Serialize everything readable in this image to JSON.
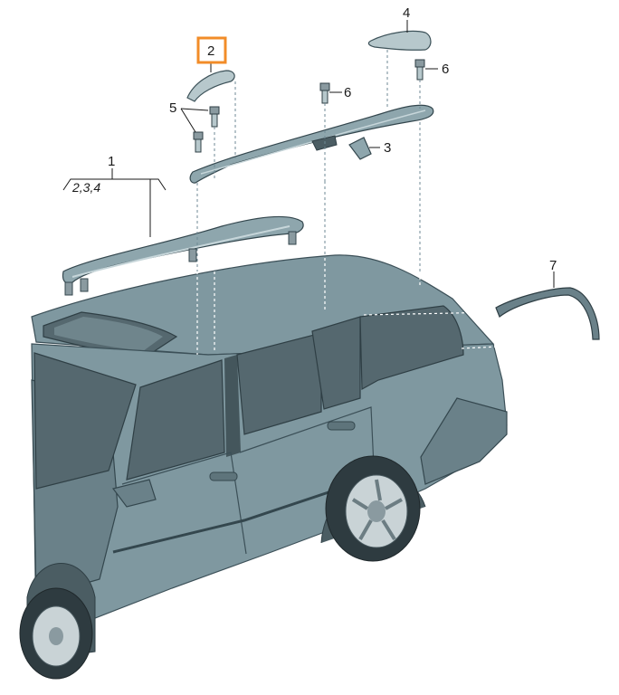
{
  "callouts": [
    {
      "id": "1",
      "label": "1"
    },
    {
      "id": "2",
      "label": "2",
      "highlighted": true
    },
    {
      "id": "3",
      "label": "3"
    },
    {
      "id": "4",
      "label": "4"
    },
    {
      "id": "5",
      "label": "5"
    },
    {
      "id": "6a",
      "label": "6"
    },
    {
      "id": "6b",
      "label": "6"
    },
    {
      "id": "7",
      "label": "7"
    }
  ],
  "subparts_label": "2,3,4",
  "colors": {
    "highlight": "#f28c28",
    "body": "#7f98a0",
    "part": "#8ea6ad"
  }
}
